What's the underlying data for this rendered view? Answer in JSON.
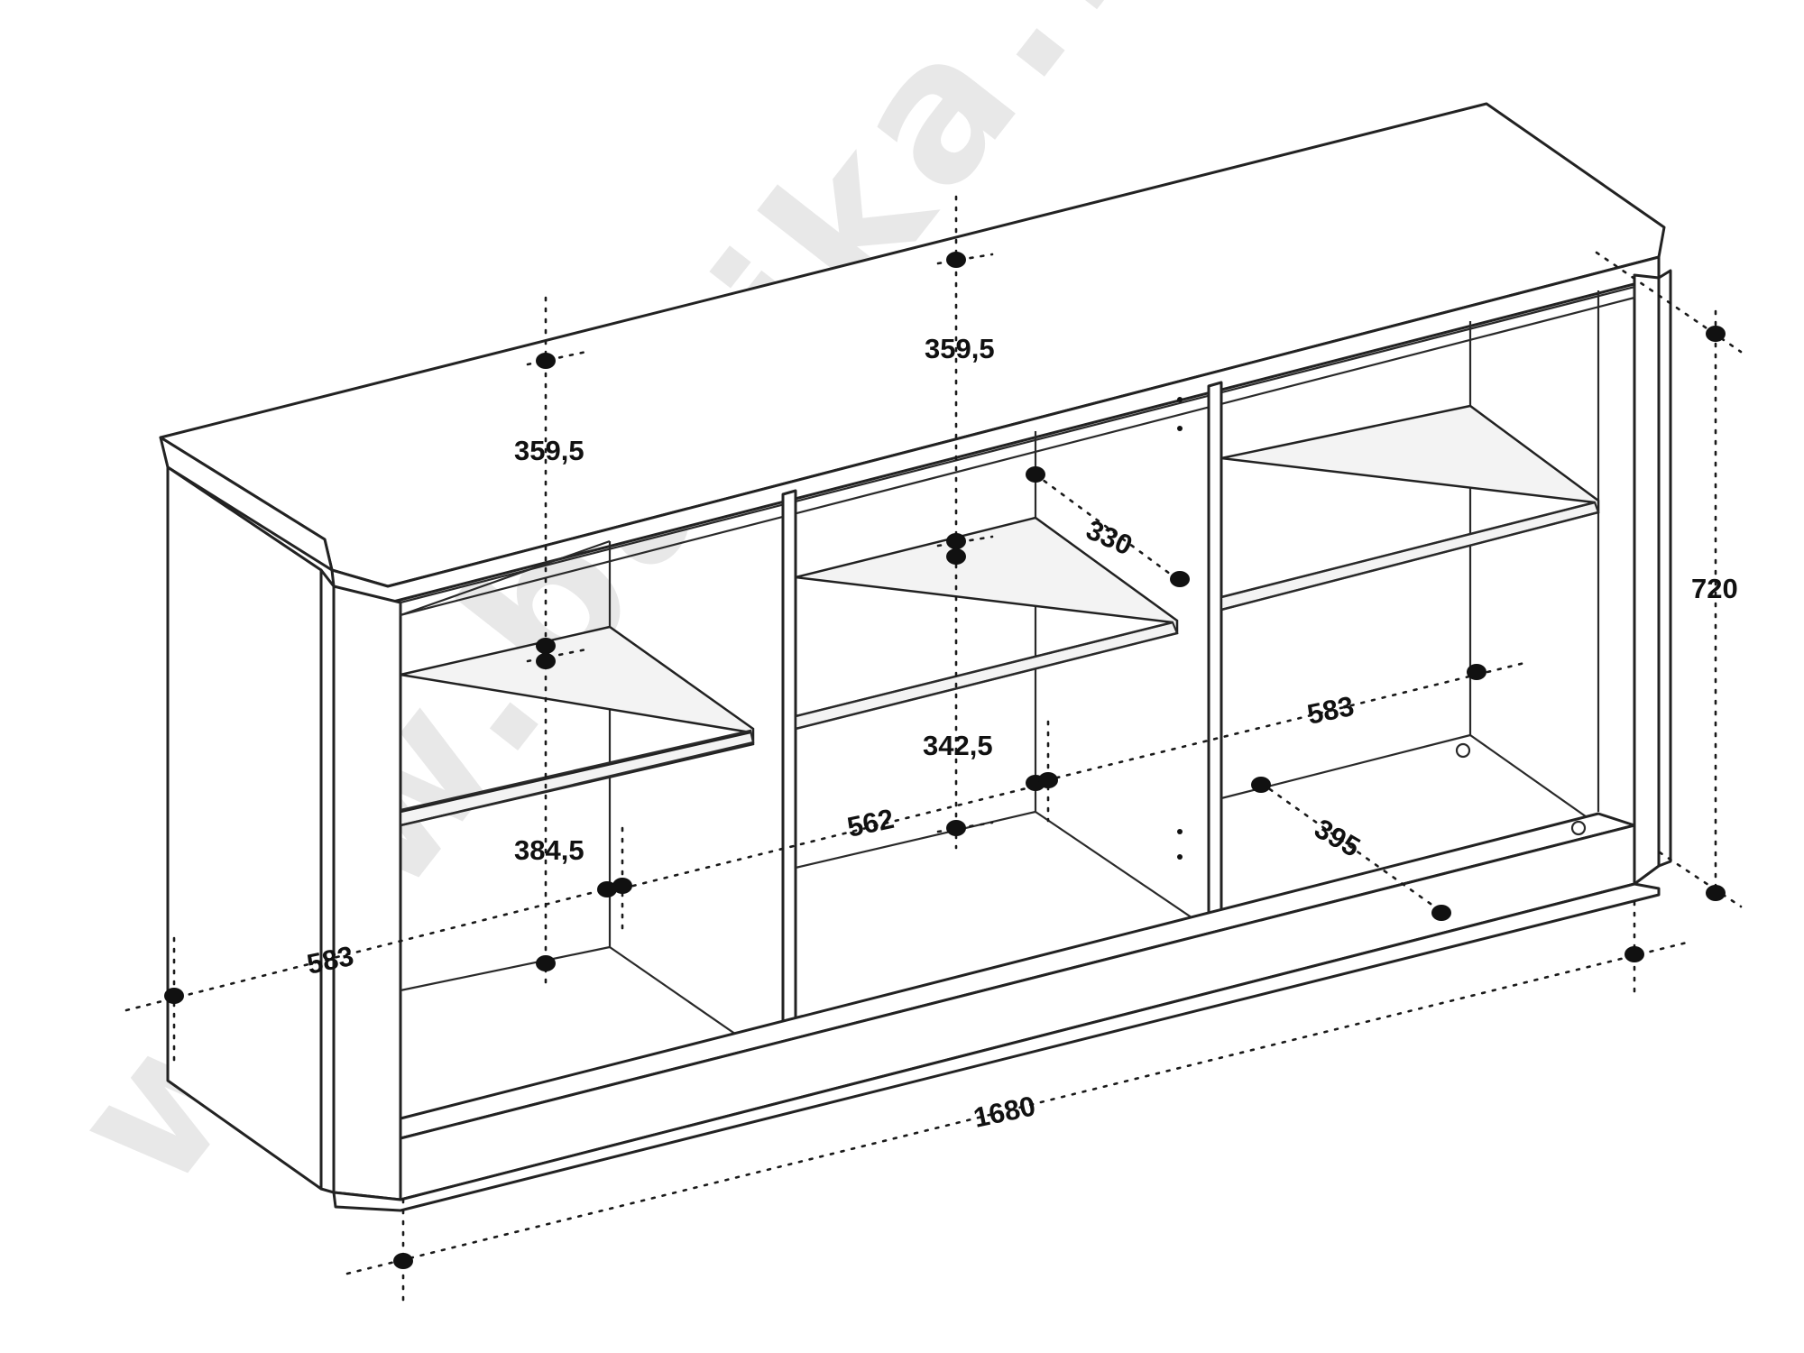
{
  "watermark": {
    "text": "www.basika.fr"
  },
  "dimensions": {
    "top_right_depth": "359,5",
    "top_left_depth": "359,5",
    "depth_330": "330",
    "height_720": "720",
    "width_right_583": "583",
    "height_342": "342,5",
    "width_562": "562",
    "depth_395": "395",
    "height_384": "384,5",
    "width_left_583": "583",
    "total_width_1680": "1680"
  }
}
